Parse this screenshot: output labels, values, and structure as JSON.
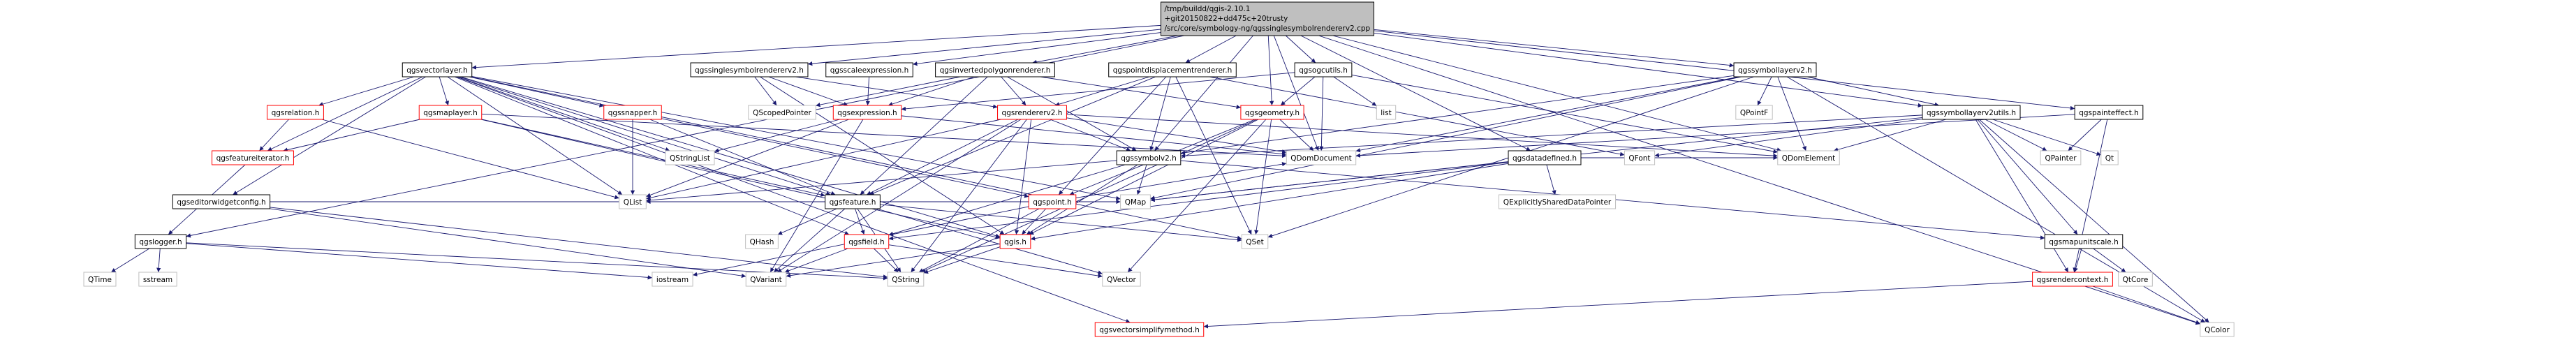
{
  "colors": {
    "edge": "#191970",
    "node_border": "#000000",
    "node_border_missing": "#bfbfbf",
    "node_border_red": "#ff0000",
    "root_fill": "#bfbfbf",
    "node_fill": "#ffffff"
  },
  "root": {
    "lines": [
      "/tmp/buildd/qgis-2.10.1",
      "+git20150822+dd475c+20trusty",
      "/src/core/symbology-ng/qgssinglesymbolrendererv2.cpp"
    ]
  },
  "nodes": [
    {
      "id": "qgsvectorlayer",
      "label": "qgsvectorlayer.h",
      "style": "black"
    },
    {
      "id": "qgssinglesymbolrendererv2",
      "label": "qgssinglesymbolrendererv2.h",
      "style": "black"
    },
    {
      "id": "qgsscaleexpression",
      "label": "qgsscaleexpression.h",
      "style": "black"
    },
    {
      "id": "qgsinvertedpolygonrenderer",
      "label": "qgsinvertedpolygonrenderer.h",
      "style": "black"
    },
    {
      "id": "qgspointdisplacementrenderer",
      "label": "qgspointdisplacementrenderer.h",
      "style": "black"
    },
    {
      "id": "qgsogcutils",
      "label": "qgsogcutils.h",
      "style": "black"
    },
    {
      "id": "qgssymbollayerv2",
      "label": "qgssymbollayerv2.h",
      "style": "black"
    },
    {
      "id": "qgsrelation",
      "label": "qgsrelation.h",
      "style": "red"
    },
    {
      "id": "qgsmaplayer",
      "label": "qgsmaplayer.h",
      "style": "red"
    },
    {
      "id": "qgssnapper",
      "label": "qgssnapper.h",
      "style": "red"
    },
    {
      "id": "qgsexpression",
      "label": "qgsexpression.h",
      "style": "red"
    },
    {
      "id": "QScopedPointer",
      "label": "QScopedPointer",
      "style": "gray"
    },
    {
      "id": "qgsrendererv2",
      "label": "qgsrendererv2.h",
      "style": "red"
    },
    {
      "id": "qgsgeometry",
      "label": "qgsgeometry.h",
      "style": "red"
    },
    {
      "id": "list",
      "label": "list",
      "style": "gray"
    },
    {
      "id": "qgsdatadefined",
      "label": "qgsdatadefined.h",
      "style": "black"
    },
    {
      "id": "QPointF",
      "label": "QPointF",
      "style": "gray"
    },
    {
      "id": "qgssymbollayerv2utils",
      "label": "qgssymbollayerv2utils.h",
      "style": "black"
    },
    {
      "id": "qgspainteffect",
      "label": "qgspainteffect.h",
      "style": "black"
    },
    {
      "id": "qgsfeatureiterator",
      "label": "qgsfeatureiterator.h",
      "style": "red"
    },
    {
      "id": "qgseditorwidgetconfig",
      "label": "qgseditorwidgetconfig.h",
      "style": "black"
    },
    {
      "id": "QStringList",
      "label": "QStringList",
      "style": "gray"
    },
    {
      "id": "qgsfeature",
      "label": "qgsfeature.h",
      "style": "black"
    },
    {
      "id": "qgspoint",
      "label": "qgspoint.h",
      "style": "red"
    },
    {
      "id": "qgssymbolv2",
      "label": "qgssymbolv2.h",
      "style": "black"
    },
    {
      "id": "QDomDocument",
      "label": "QDomDocument",
      "style": "gray"
    },
    {
      "id": "QExplicitlySharedDataPointer",
      "label": "QExplicitlySharedDataPointer",
      "style": "gray"
    },
    {
      "id": "QFont",
      "label": "QFont",
      "style": "gray"
    },
    {
      "id": "QDomElement",
      "label": "QDomElement",
      "style": "gray"
    },
    {
      "id": "QPainter",
      "label": "QPainter",
      "style": "gray"
    },
    {
      "id": "Qt",
      "label": "Qt",
      "style": "gray"
    },
    {
      "id": "qgslogger",
      "label": "qgslogger.h",
      "style": "black"
    },
    {
      "id": "QList",
      "label": "QList",
      "style": "gray"
    },
    {
      "id": "QHash",
      "label": "QHash",
      "style": "gray"
    },
    {
      "id": "qgsfield",
      "label": "qgsfield.h",
      "style": "red"
    },
    {
      "id": "qgis",
      "label": "qgis.h",
      "style": "red"
    },
    {
      "id": "QMap",
      "label": "QMap",
      "style": "gray"
    },
    {
      "id": "QSet",
      "label": "QSet",
      "style": "gray"
    },
    {
      "id": "qgsmapunitscale",
      "label": "qgsmapunitscale.h",
      "style": "black"
    },
    {
      "id": "QTime",
      "label": "QTime",
      "style": "gray"
    },
    {
      "id": "sstream",
      "label": "sstream",
      "style": "gray"
    },
    {
      "id": "iostream",
      "label": "iostream",
      "style": "gray"
    },
    {
      "id": "QVariant",
      "label": "QVariant",
      "style": "gray"
    },
    {
      "id": "QString",
      "label": "QString",
      "style": "gray"
    },
    {
      "id": "QVector",
      "label": "QVector",
      "style": "gray"
    },
    {
      "id": "qgsrendercontext",
      "label": "qgsrendercontext.h",
      "style": "red"
    },
    {
      "id": "QtCore",
      "label": "QtCore",
      "style": "gray"
    },
    {
      "id": "qgsvectorsimplifymethod",
      "label": "qgsvectorsimplifymethod.h",
      "style": "red"
    },
    {
      "id": "QColor",
      "label": "QColor",
      "style": "gray"
    }
  ],
  "edges": [
    [
      "root",
      "qgsvectorlayer"
    ],
    [
      "root",
      "qgssinglesymbolrendererv2"
    ],
    [
      "root",
      "qgsscaleexpression"
    ],
    [
      "root",
      "qgsinvertedpolygonrenderer"
    ],
    [
      "root",
      "qgspointdisplacementrenderer"
    ],
    [
      "root",
      "qgsogcutils"
    ],
    [
      "root",
      "qgssymbollayerv2"
    ],
    [
      "root",
      "qgsdatadefined"
    ],
    [
      "root",
      "qgssymbollayerv2utils"
    ],
    [
      "root",
      "qgspainteffect"
    ],
    [
      "root",
      "qgssymbolv2"
    ],
    [
      "root",
      "QDomDocument"
    ],
    [
      "root",
      "QDomElement"
    ],
    [
      "root",
      "qgsgeometry"
    ],
    [
      "root",
      "qgslogger"
    ],
    [
      "root",
      "QColor"
    ],
    [
      "qgsvectorlayer",
      "qgsrelation"
    ],
    [
      "qgsvectorlayer",
      "qgsmaplayer"
    ],
    [
      "qgsvectorlayer",
      "qgssnapper"
    ],
    [
      "qgsvectorlayer",
      "qgsfeatureiterator"
    ],
    [
      "qgsvectorlayer",
      "qgseditorwidgetconfig"
    ],
    [
      "qgsvectorlayer",
      "qgsfeature"
    ],
    [
      "qgsvectorlayer",
      "QList"
    ],
    [
      "qgsvectorlayer",
      "QMap"
    ],
    [
      "qgsvectorlayer",
      "QSet"
    ],
    [
      "qgsvectorlayer",
      "QStringList"
    ],
    [
      "qgsvectorlayer",
      "qgsfield"
    ],
    [
      "qgsvectorlayer",
      "qgis"
    ],
    [
      "qgsvectorlayer",
      "qgsvectorsimplifymethod"
    ],
    [
      "qgssinglesymbolrendererv2",
      "qgsrendererv2"
    ],
    [
      "qgssinglesymbolrendererv2",
      "qgsexpression"
    ],
    [
      "qgssinglesymbolrendererv2",
      "QScopedPointer"
    ],
    [
      "qgssinglesymbolrendererv2",
      "qgis"
    ],
    [
      "qgsscaleexpression",
      "qgsexpression"
    ],
    [
      "qgsinvertedpolygonrenderer",
      "qgsrendererv2"
    ],
    [
      "qgsinvertedpolygonrenderer",
      "qgsexpression"
    ],
    [
      "qgsinvertedpolygonrenderer",
      "qgsfeature"
    ],
    [
      "qgsinvertedpolygonrenderer",
      "qgsgeometry"
    ],
    [
      "qgsinvertedpolygonrenderer",
      "qgssymbolv2"
    ],
    [
      "qgsinvertedpolygonrenderer",
      "QScopedPointer"
    ],
    [
      "qgspointdisplacementrenderer",
      "qgsrendererv2"
    ],
    [
      "qgspointdisplacementrenderer",
      "qgsfeature"
    ],
    [
      "qgspointdisplacementrenderer",
      "qgssymbolv2"
    ],
    [
      "qgspointdisplacementrenderer",
      "qgspoint"
    ],
    [
      "qgspointdisplacementrenderer",
      "QFont"
    ],
    [
      "qgspointdisplacementrenderer",
      "QSet"
    ],
    [
      "qgsogcutils",
      "qgsexpression"
    ],
    [
      "qgsogcutils",
      "qgsgeometry"
    ],
    [
      "qgsogcutils",
      "list"
    ],
    [
      "qgsogcutils",
      "QDomDocument"
    ],
    [
      "qgsogcutils",
      "QDomElement"
    ],
    [
      "qgssymbollayerv2",
      "qgssymbollayerv2utils"
    ],
    [
      "qgssymbollayerv2",
      "qgssymbolv2"
    ],
    [
      "qgssymbollayerv2",
      "QPointF"
    ],
    [
      "qgssymbollayerv2",
      "QColor"
    ],
    [
      "qgssymbollayerv2",
      "QMap"
    ],
    [
      "qgssymbollayerv2",
      "QSet"
    ],
    [
      "qgssymbollayerv2",
      "QDomDocument"
    ],
    [
      "qgssymbollayerv2",
      "QDomElement"
    ],
    [
      "qgsrelation",
      "qgsfeatureiterator"
    ],
    [
      "qgsrelation",
      "QList"
    ],
    [
      "qgsmaplayer",
      "qgsfeatureiterator"
    ],
    [
      "qgsmaplayer",
      "qgsfeature"
    ],
    [
      "qgsmaplayer",
      "QDomDocument"
    ],
    [
      "qgsmaplayer",
      "qgis"
    ],
    [
      "qgssnapper",
      "qgsfeature"
    ],
    [
      "qgssnapper",
      "qgspoint"
    ],
    [
      "qgssnapper",
      "QList"
    ],
    [
      "qgssnapper",
      "QMultiMap"
    ],
    [
      "qgsexpression",
      "QStringList"
    ],
    [
      "qgsexpression",
      "QVariant"
    ],
    [
      "qgsexpression",
      "QList"
    ],
    [
      "qgsexpression",
      "QDomDocument"
    ],
    [
      "qgsrendererv2",
      "qgis"
    ],
    [
      "qgsrendererv2",
      "qgsfeature"
    ],
    [
      "qgsrendererv2",
      "qgssymbolv2"
    ],
    [
      "qgsrendererv2",
      "QList"
    ],
    [
      "qgsrendererv2",
      "QString"
    ],
    [
      "qgsrendererv2",
      "QVariant"
    ],
    [
      "qgsrendererv2",
      "QPair"
    ],
    [
      "qgsrendererv2",
      "QPixmap"
    ],
    [
      "qgsrendererv2",
      "QDomDocument"
    ],
    [
      "qgsrendererv2",
      "QDomElement"
    ],
    [
      "qgsgeometry",
      "qgspoint"
    ],
    [
      "qgsgeometry",
      "qgis"
    ],
    [
      "qgsgeometry",
      "QString"
    ],
    [
      "qgsgeometry",
      "QVector"
    ],
    [
      "qgsgeometry",
      "QSet"
    ],
    [
      "qgsgeometry",
      "QDomDocument"
    ],
    [
      "qgsdatadefined",
      "qgis"
    ],
    [
      "qgsdatadefined",
      "qgsfield"
    ],
    [
      "qgsdatadefined",
      "QExplicitlySharedDataPointer"
    ],
    [
      "qgsdatadefined",
      "QDomElement"
    ],
    [
      "qgsdatadefined",
      "QMap"
    ],
    [
      "qgssymbollayerv2utils",
      "qgssymbolv2"
    ],
    [
      "qgssymbollayerv2utils",
      "QFont"
    ],
    [
      "qgssymbollayerv2utils",
      "QMap"
    ],
    [
      "qgssymbollayerv2utils",
      "Qt"
    ],
    [
      "qgssymbollayerv2utils",
      "QColor"
    ],
    [
      "qgssymbollayerv2utils",
      "QPainter"
    ],
    [
      "qgssymbollayerv2utils",
      "qgsmapunitscale"
    ],
    [
      "qgssymbollayerv2utils",
      "QDomElement"
    ],
    [
      "qgssymbollayerv2utils",
      "qgsrendercontext"
    ],
    [
      "qgspainteffect",
      "QPainter"
    ],
    [
      "qgspainteffect",
      "QDomDocument"
    ],
    [
      "qgspainteffect",
      "qgsrendercontext"
    ],
    [
      "qgsfeatureiterator",
      "qgslogger"
    ],
    [
      "qgseditorwidgetconfig",
      "QString"
    ],
    [
      "qgseditorwidgetconfig",
      "QVariant"
    ],
    [
      "qgseditorwidgetconfig",
      "QMap"
    ],
    [
      "qgsfeature",
      "QMap"
    ],
    [
      "qgsfeature",
      "QString"
    ],
    [
      "qgsfeature",
      "QVariant"
    ],
    [
      "qgsfeature",
      "QList"
    ],
    [
      "qgsfeature",
      "QHash"
    ],
    [
      "qgsfeature",
      "QVector"
    ],
    [
      "qgsfeature",
      "QSet"
    ],
    [
      "qgsfeature",
      "qgsfield"
    ],
    [
      "qgspoint",
      "qgis"
    ],
    [
      "qgspoint",
      "QString"
    ],
    [
      "qgspoint",
      "iostream"
    ],
    [
      "qgspoint",
      "QDomDocument"
    ],
    [
      "qgssymbolv2",
      "qgis"
    ],
    [
      "qgssymbolv2",
      "QList"
    ],
    [
      "qgssymbolv2",
      "QMap"
    ],
    [
      "qgssymbolv2",
      "qgsmapunitscale"
    ],
    [
      "qgssymbolv2",
      "qgsfield"
    ],
    [
      "qgslogger",
      "QTime"
    ],
    [
      "qgslogger",
      "sstream"
    ],
    [
      "qgslogger",
      "iostream"
    ],
    [
      "qgslogger",
      "QString"
    ],
    [
      "qgsfield",
      "QString"
    ],
    [
      "qgsfield",
      "QVariant"
    ],
    [
      "qgsfield",
      "QVector"
    ],
    [
      "qgis",
      "QVariant"
    ],
    [
      "qgis",
      "QString"
    ],
    [
      "qgsmapunitscale",
      "QtCore"
    ],
    [
      "qgsmapunitscale",
      "qgsrendercontext"
    ],
    [
      "qgsrendercontext",
      "QColor"
    ],
    [
      "qgsrendercontext",
      "qgsvectorsimplifymethod"
    ]
  ]
}
